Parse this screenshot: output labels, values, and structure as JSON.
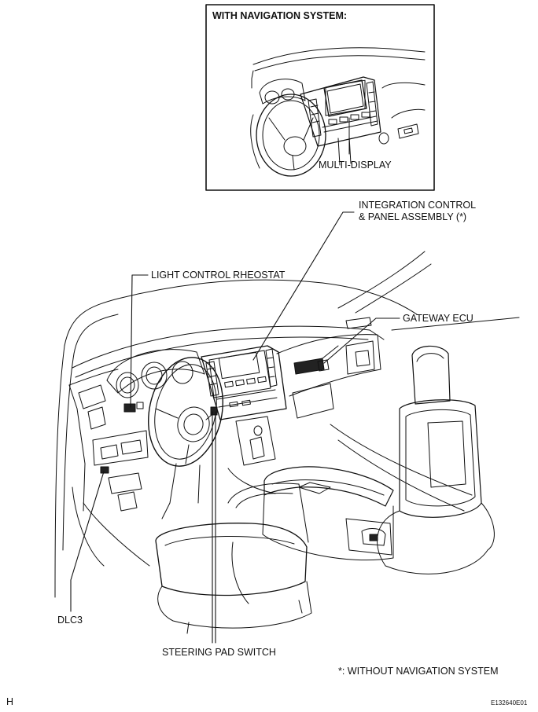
{
  "inset": {
    "title": "WITH NAVIGATION SYSTEM:",
    "callout": "MULTI-DISPLAY"
  },
  "callouts": {
    "integration_line1": "INTEGRATION CONTROL",
    "integration_line2": "& PANEL ASSEMBLY (*)",
    "light_control": "LIGHT CONTROL RHEOSTAT",
    "gateway_ecu": "GATEWAY ECU",
    "dlc3": "DLC3",
    "steering_pad": "STEERING PAD SWITCH"
  },
  "footnote": "*: WITHOUT NAVIGATION SYSTEM",
  "corner_letter": "H",
  "figure_code": "E132640E01"
}
